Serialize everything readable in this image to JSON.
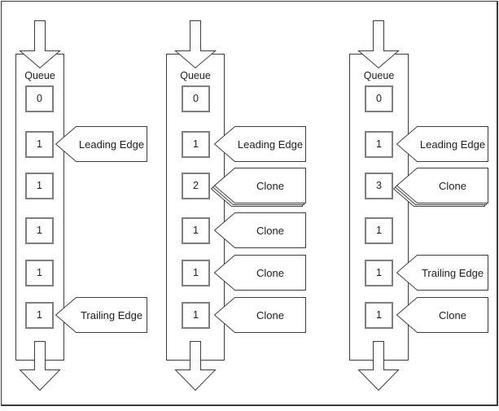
{
  "diagram": {
    "description": "Queue flow diagram with leading edge, clone and trailing edge callouts",
    "colors": {
      "background": "#ffffff",
      "line": "#3d3d3d",
      "cell_border": "#7e7e7e",
      "text": "#1c1c1c"
    },
    "columns": [
      {
        "queue_label": "Queue",
        "cells": [
          {
            "value": "0"
          },
          {
            "value": "1",
            "callout": "Leading Edge"
          },
          {
            "value": "1"
          },
          {
            "value": "1"
          },
          {
            "value": "1"
          },
          {
            "value": "1",
            "callout": "Trailing Edge"
          }
        ]
      },
      {
        "queue_label": "Queue",
        "cells": [
          {
            "value": "0"
          },
          {
            "value": "1",
            "callout": "Leading Edge"
          },
          {
            "value": "2",
            "callout": "Clone",
            "stacked": true
          },
          {
            "value": "1",
            "callout": "Clone"
          },
          {
            "value": "1",
            "callout": "Clone"
          },
          {
            "value": "1",
            "callout": "Clone"
          }
        ]
      },
      {
        "queue_label": "Queue",
        "cells": [
          {
            "value": "0"
          },
          {
            "value": "1",
            "callout": "Leading Edge"
          },
          {
            "value": "3",
            "callout": "Clone",
            "stacked": true
          },
          {
            "value": "1"
          },
          {
            "value": "1",
            "callout": "Trailing Edge"
          },
          {
            "value": "1",
            "callout": "Clone"
          }
        ]
      }
    ]
  }
}
